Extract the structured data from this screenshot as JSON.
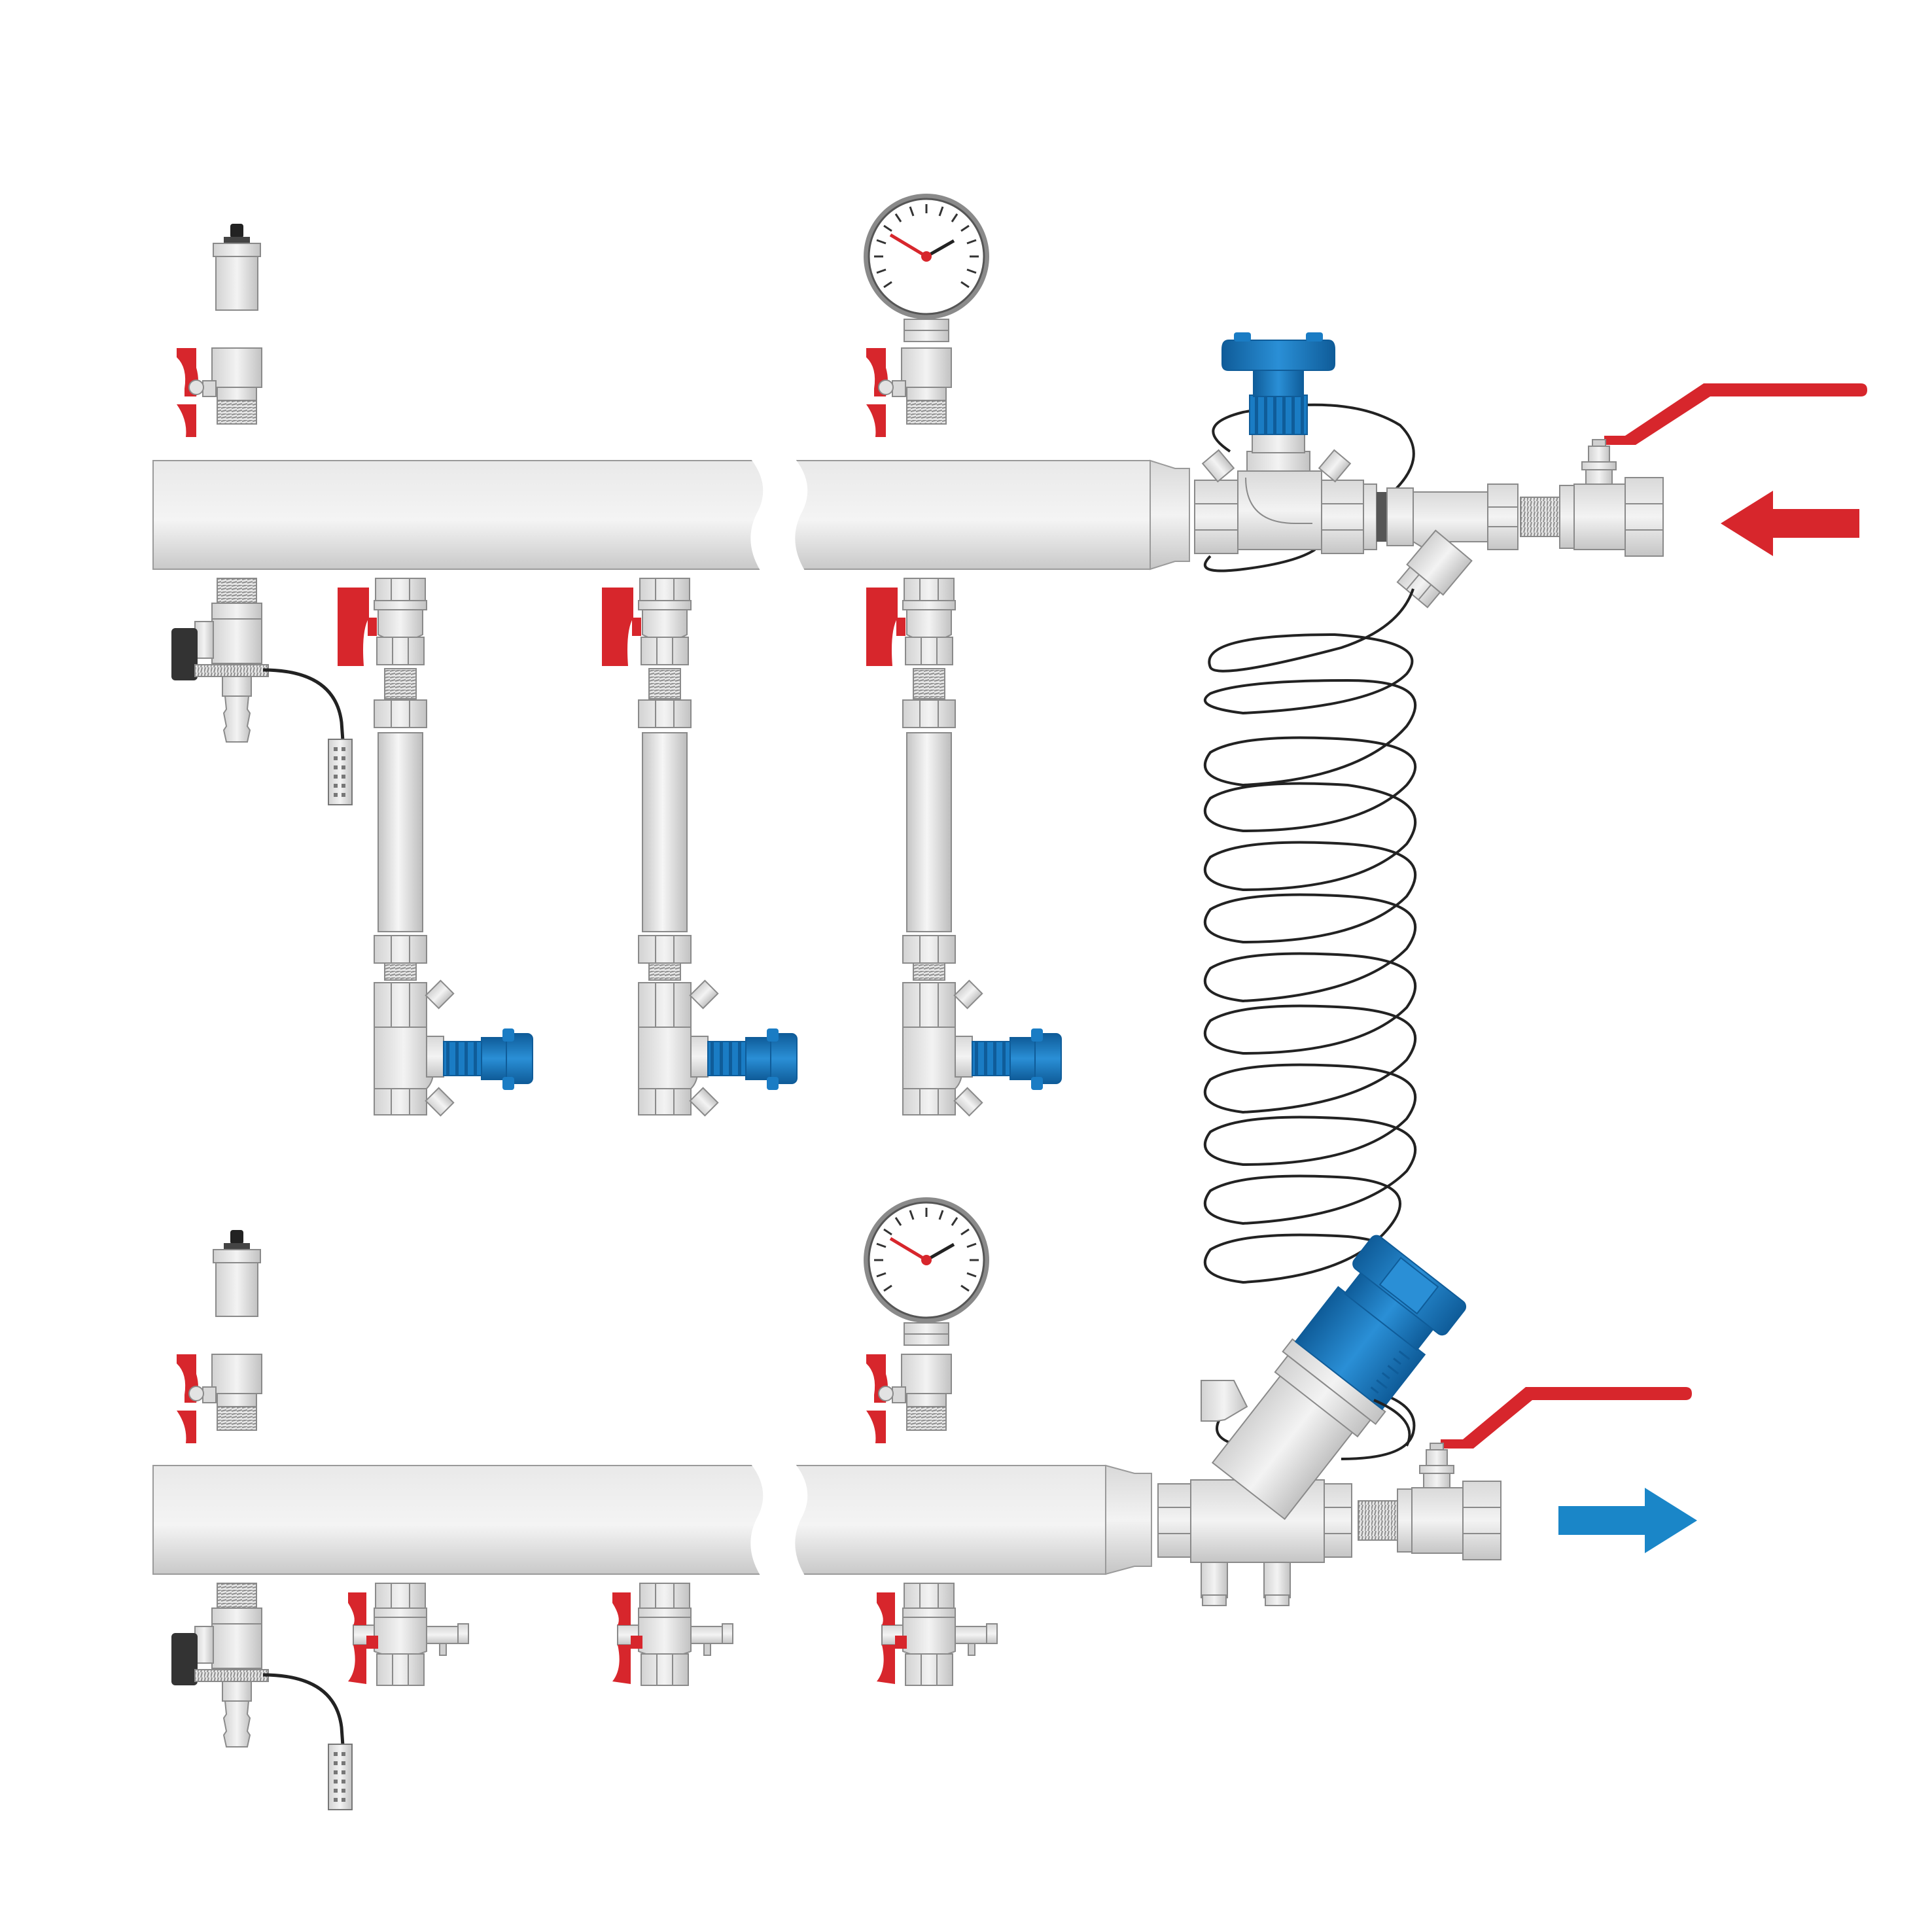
{
  "diagram": {
    "kind": "manifold-assembly",
    "manifolds": [
      {
        "role": "supply",
        "gauge": true,
        "air_vent": true,
        "drain_valve": true,
        "outlets": [
          {
            "type": "ball-valve-with-pipe-and-balancing-valve",
            "handle_color": "red",
            "knob_color": "blue"
          },
          {
            "type": "ball-valve-with-pipe-and-balancing-valve",
            "handle_color": "red",
            "knob_color": "blue"
          },
          {
            "type": "ball-valve-with-pipe-and-balancing-valve",
            "handle_color": "red",
            "knob_color": "blue"
          }
        ],
        "inlet": [
          "balancing-valve",
          "strainer",
          "ball-valve"
        ],
        "flow_arrow": {
          "direction": "in",
          "color": "#d7262c"
        }
      },
      {
        "role": "return",
        "gauge": true,
        "air_vent": true,
        "drain_valve": true,
        "outlets": [
          {
            "type": "ball-valve-with-drain",
            "handle_color": "red"
          },
          {
            "type": "ball-valve-with-drain",
            "handle_color": "red"
          },
          {
            "type": "ball-valve-with-drain",
            "handle_color": "red"
          }
        ],
        "outlet_fittings": [
          "angle-balancing-valve",
          "ball-valve"
        ],
        "flow_arrow": {
          "direction": "out",
          "color": "#1a86c8"
        }
      }
    ],
    "capillary_tube": true
  },
  "colors": {
    "pipe": "#dcdcdc",
    "metal": "#e3e3e3",
    "metal_dark": "#a8a8a8",
    "outline": "#8a8a8a",
    "red": "#d7262c",
    "blue": "#1a7cc4",
    "blue_dark": "#0f5c99",
    "arrow_blue": "#1a86c8",
    "black": "#333333"
  },
  "icons": [
    "pressure-gauge-icon",
    "air-vent-icon",
    "ball-valve-icon",
    "balancing-valve-icon",
    "strainer-icon",
    "drain-valve-icon",
    "flow-arrow-icon"
  ]
}
